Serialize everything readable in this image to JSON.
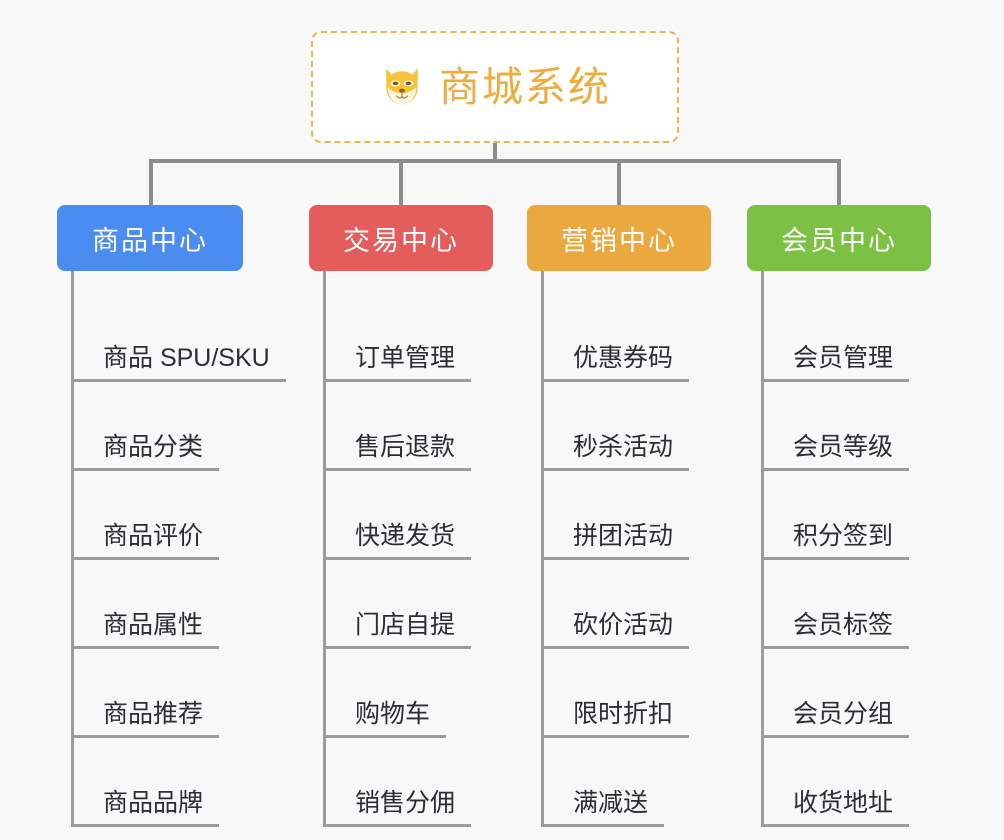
{
  "root": {
    "title": "商城系统",
    "icon": "shiba-dog-face-icon",
    "border_color": "#efb44a",
    "text_color": "#eeac3c",
    "background": "#ffffff"
  },
  "canvas": {
    "background": "#f8f8f8",
    "connector_color": "#8d8d8d",
    "leaf_line_color": "#9b9b9b",
    "leaf_text_color": "#2c2c34"
  },
  "branches": [
    {
      "label": "商品中心",
      "color": "#4a8cf0",
      "items": [
        "商品 SPU/SKU",
        "商品分类",
        "商品评价",
        "商品属性",
        "商品推荐",
        "商品品牌"
      ]
    },
    {
      "label": "交易中心",
      "color": "#e45c5c",
      "items": [
        "订单管理",
        "售后退款",
        "快递发货",
        "门店自提",
        "购物车",
        "销售分佣"
      ]
    },
    {
      "label": "营销中心",
      "color": "#eaa83e",
      "items": [
        "优惠券码",
        "秒杀活动",
        "拼团活动",
        "砍价活动",
        "限时折扣",
        "满减送"
      ]
    },
    {
      "label": "会员中心",
      "color": "#7cc143",
      "items": [
        "会员管理",
        "会员等级",
        "积分签到",
        "会员标签",
        "会员分组",
        "收货地址"
      ]
    }
  ]
}
